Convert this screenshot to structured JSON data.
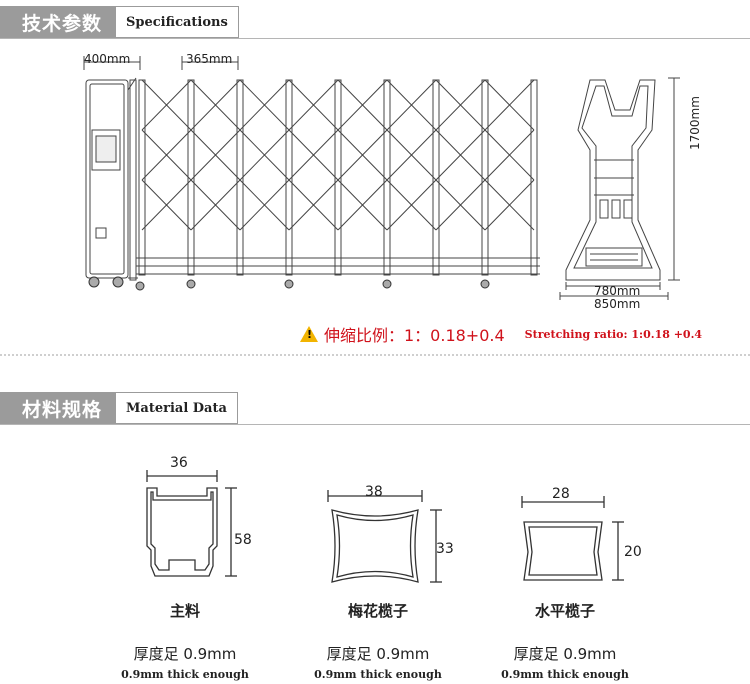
{
  "section1": {
    "title_cn": "技术参数",
    "title_en": "Specifications"
  },
  "gate_front": {
    "dim_left": "400mm",
    "dim_pitch": "365mm"
  },
  "gate_side": {
    "height": "1700mm",
    "width_inner": "780mm",
    "width_outer": "850mm"
  },
  "ratio": {
    "warning_icon": "warning-triangle-icon",
    "text_cn": "伸缩比例：1：0.18+0.4",
    "text_en": "Stretching ratio: 1:0.18 +0.4"
  },
  "section2": {
    "title_cn": "材料规格",
    "title_en": "Material Data"
  },
  "profiles": [
    {
      "name": "主料",
      "w": "36",
      "h": "58",
      "thickness_cn": "厚度足 0.9mm",
      "thickness_en": "0.9mm thick enough"
    },
    {
      "name": "梅花榄子",
      "w": "38",
      "h": "33",
      "thickness_cn": "厚度足 0.9mm",
      "thickness_en": "0.9mm thick enough"
    },
    {
      "name": "水平榄子",
      "w": "28",
      "h": "20",
      "thickness_cn": "厚度足 0.9mm",
      "thickness_en": "0.9mm thick enough"
    }
  ],
  "colors": {
    "header_grey": "#9b9b9b",
    "accent_red": "#d0121b",
    "warning_yellow": "#f2b400"
  }
}
